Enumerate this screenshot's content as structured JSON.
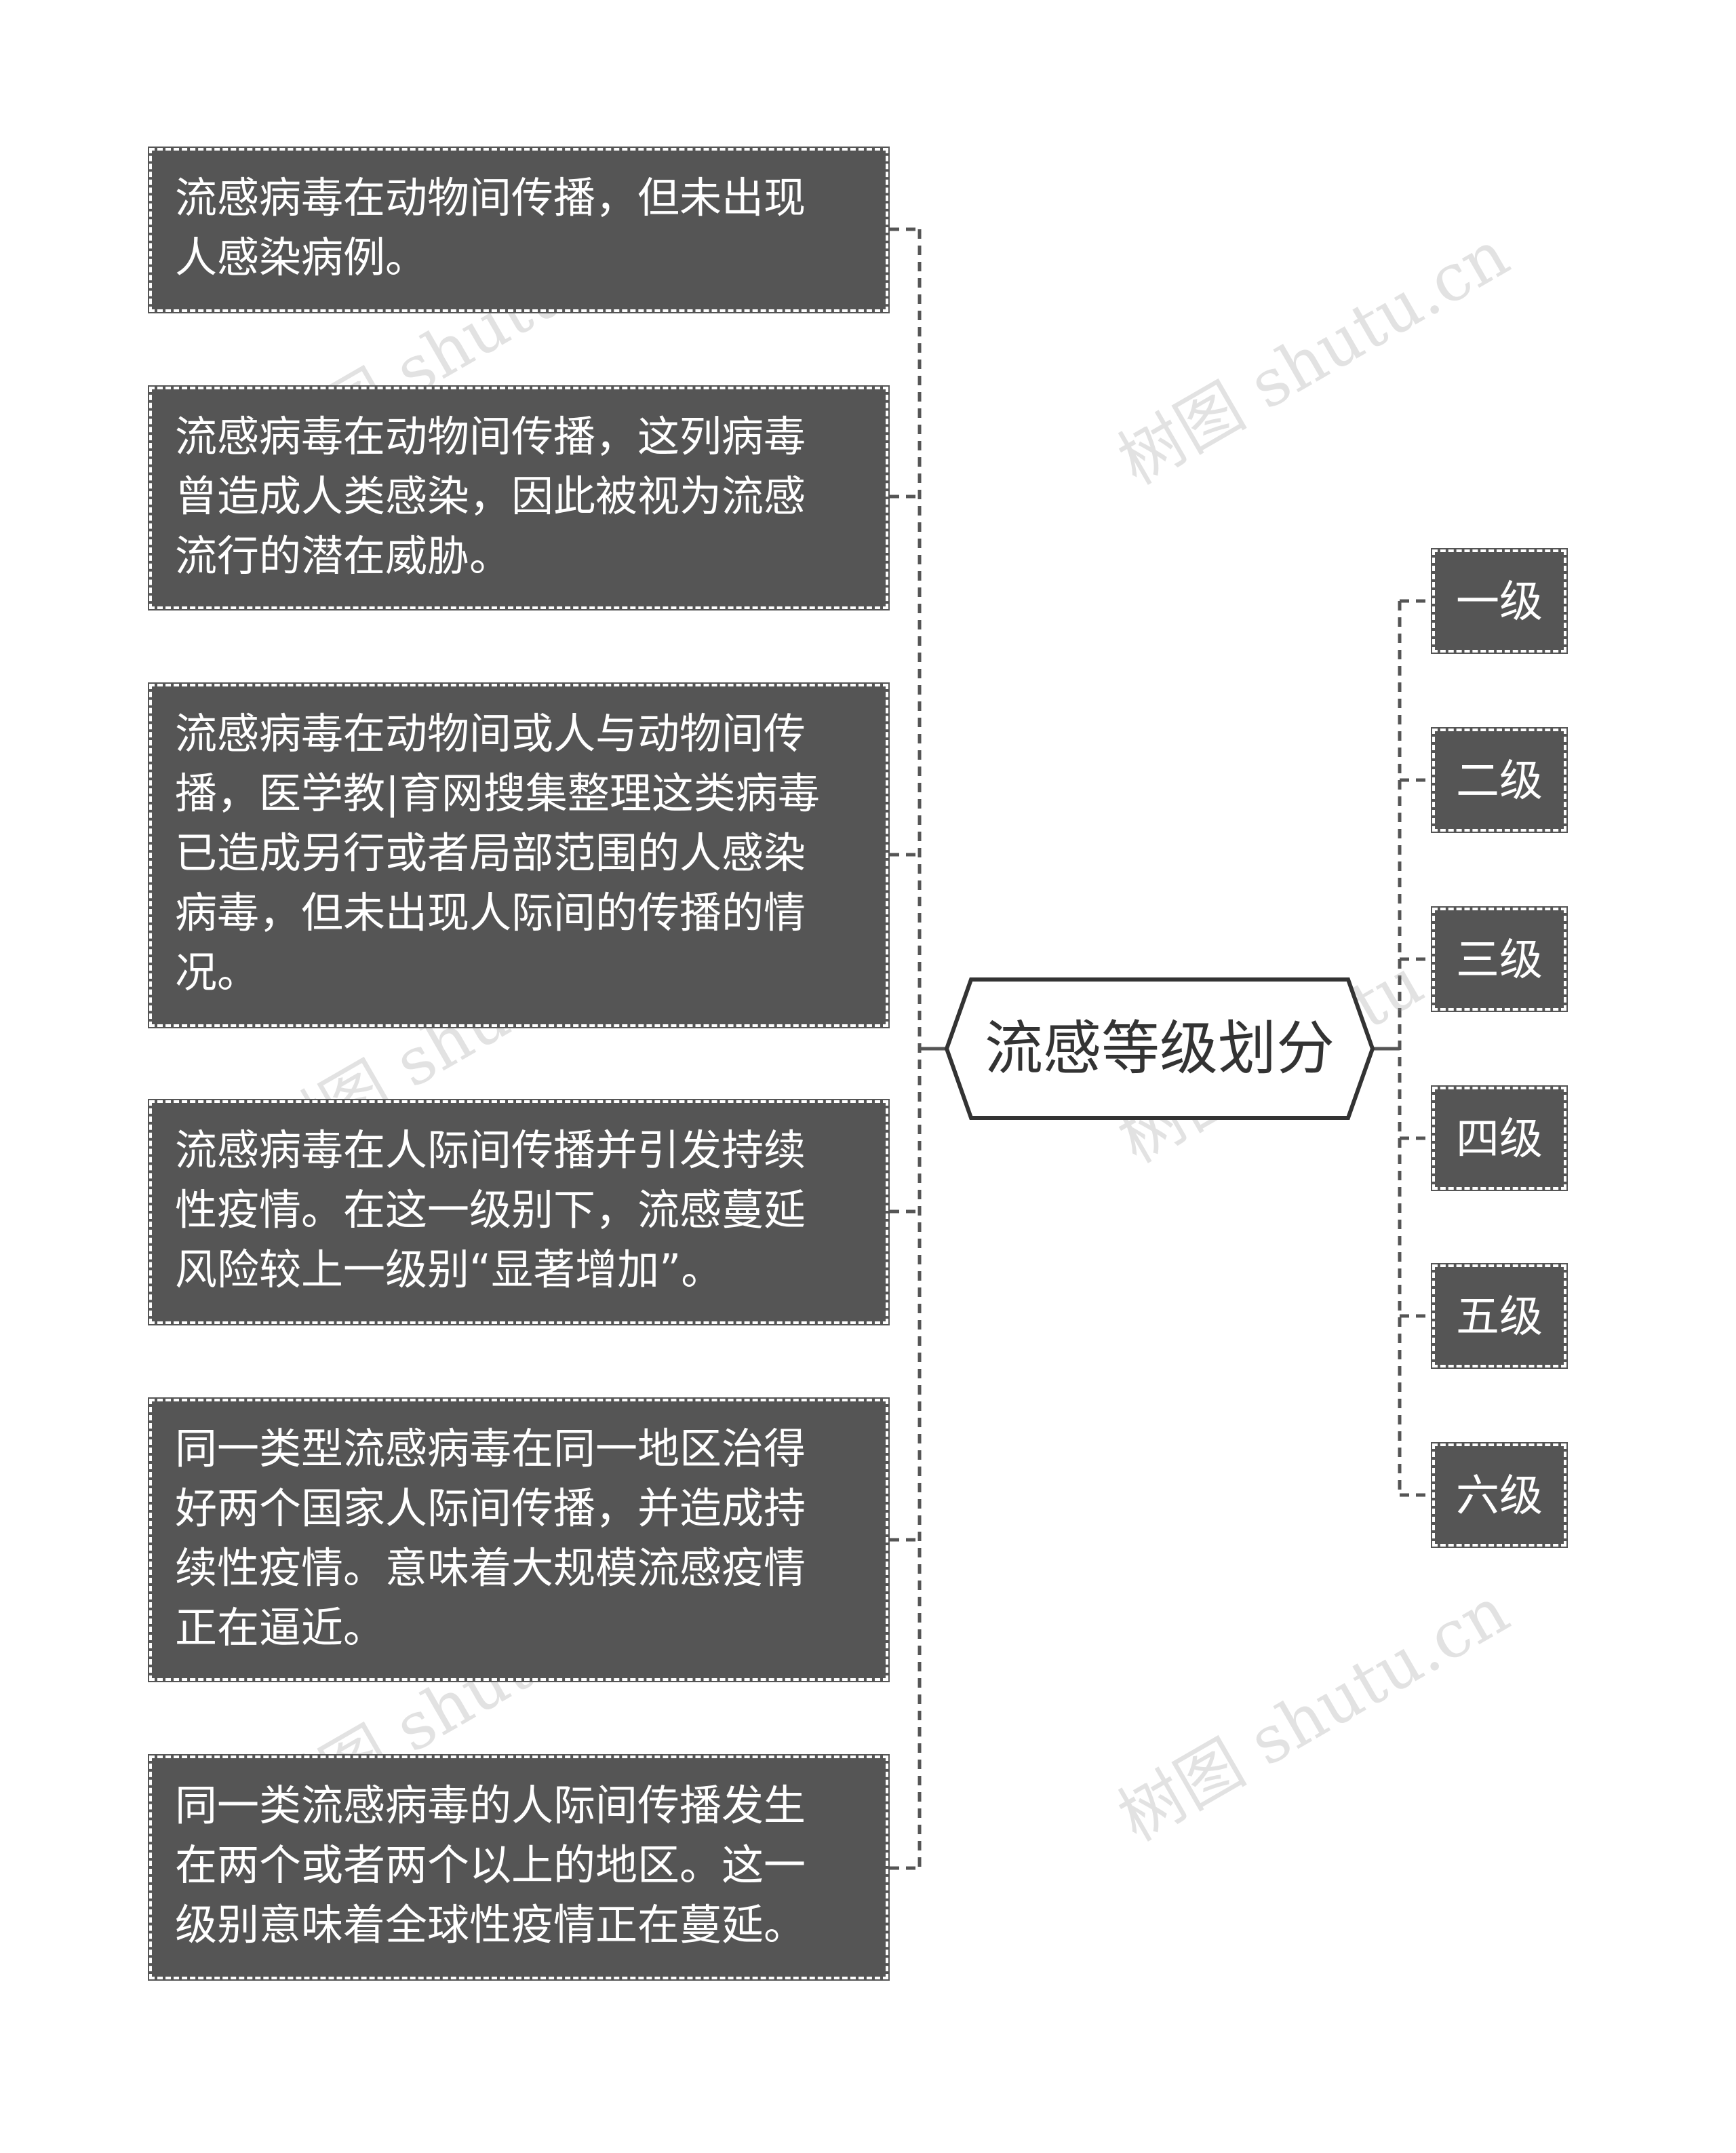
{
  "root": {
    "label": "流感等级划分"
  },
  "left_nodes": [
    {
      "text": "流感病毒在动物间传播，但未出现\n人感染病例。"
    },
    {
      "text": "流感病毒在动物间传播，这列病毒\n曾造成人类感染，因此被视为流感\n流行的潜在威胁。"
    },
    {
      "text": "流感病毒在动物间或人与动物间传\n播，医学教|育网搜集整理这类病毒\n已造成另行或者局部范围的人感染\n病毒，但未出现人际间的传播的情\n况。"
    },
    {
      "text": "流感病毒在人际间传播并引发持续\n性疫情。在这一级别下，流感蔓延\n风险较上一级别“显著增加”。"
    },
    {
      "text": "同一类型流感病毒在同一地区治得\n好两个国家人际间传播，并造成持\n续性疫情。意味着大规模流感疫情\n正在逼近。"
    },
    {
      "text": "同一类流感病毒的人际间传播发生\n在两个或者两个以上的地区。这一\n级别意味着全球性疫情正在蔓延。"
    }
  ],
  "right_nodes": [
    {
      "label": "一级"
    },
    {
      "label": "二级"
    },
    {
      "label": "三级"
    },
    {
      "label": "四级"
    },
    {
      "label": "五级"
    },
    {
      "label": "六级"
    }
  ],
  "watermark": "树图 shutu.cn",
  "colors": {
    "node_fill": "#555555",
    "node_text": "#ffffff",
    "connector": "#555555",
    "root_border": "#333333"
  }
}
